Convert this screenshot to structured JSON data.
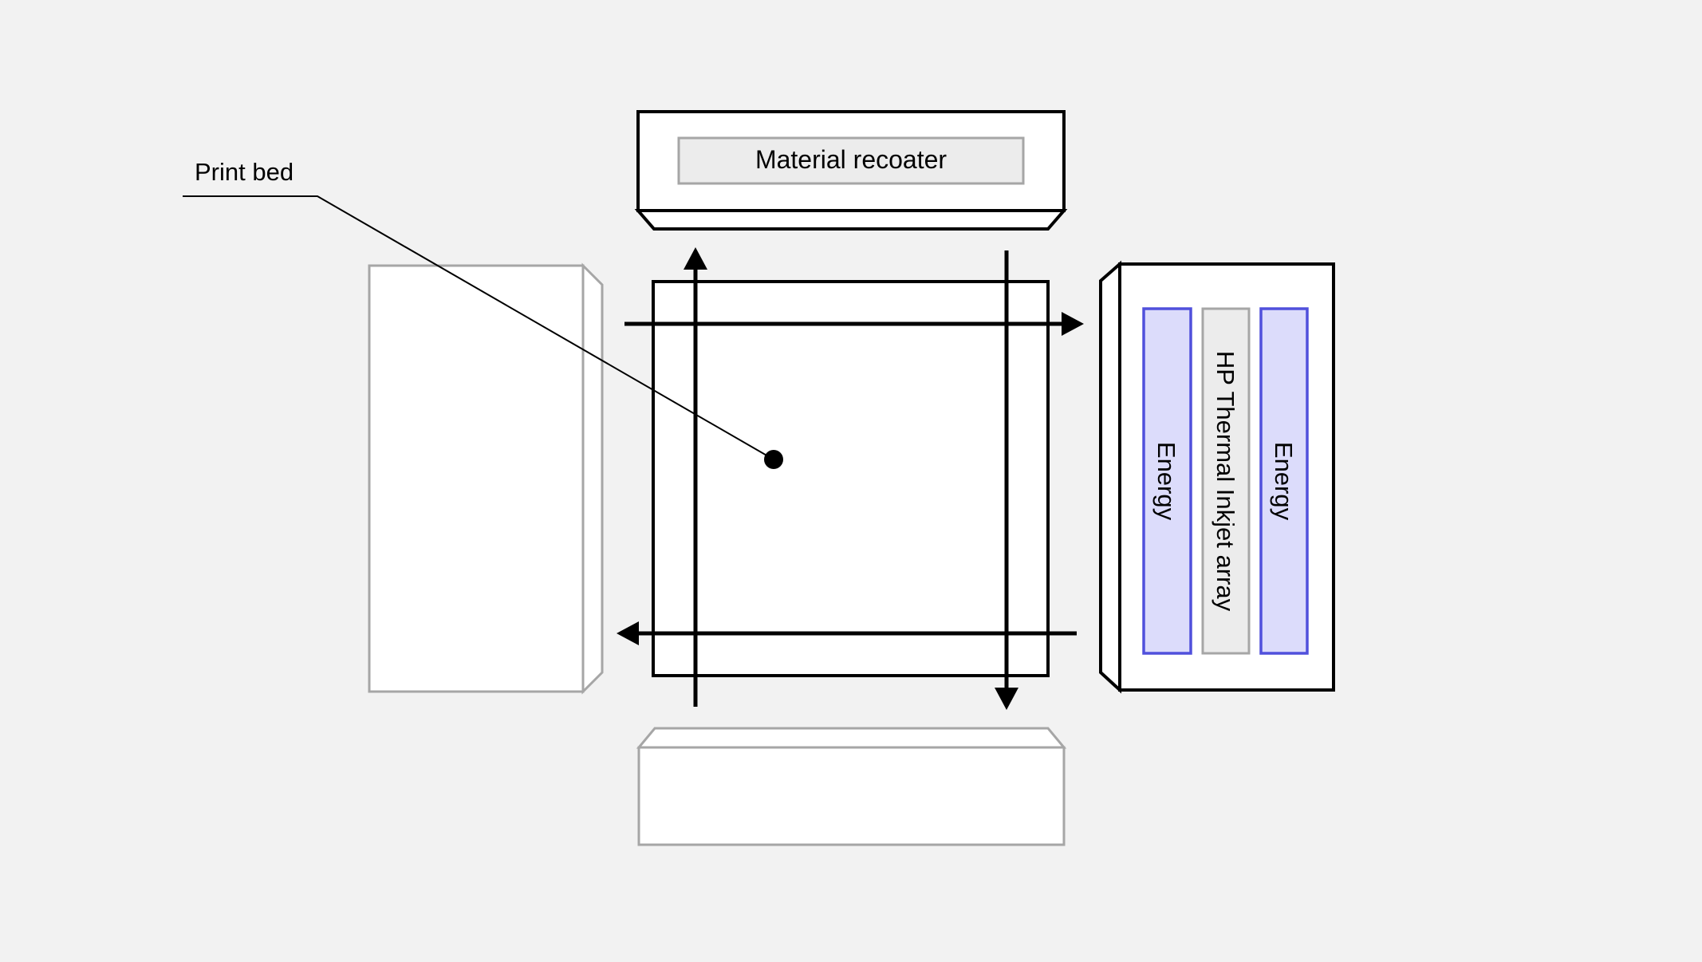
{
  "diagram": {
    "labels": {
      "print_bed": "Print bed",
      "material_recoater": "Material recoater",
      "energy_left": "Energy",
      "inkjet_array": "HP Thermal Inkjet array",
      "energy_right": "Energy"
    },
    "colors": {
      "background": "#f2f2f2",
      "outline_active": "#000000",
      "outline_inactive": "#a6a6a6",
      "energy_fill": "#dcdcfb",
      "energy_stroke": "#5050dc",
      "inkjet_fill": "#ececec",
      "recoater_fill": "#ececec"
    }
  }
}
